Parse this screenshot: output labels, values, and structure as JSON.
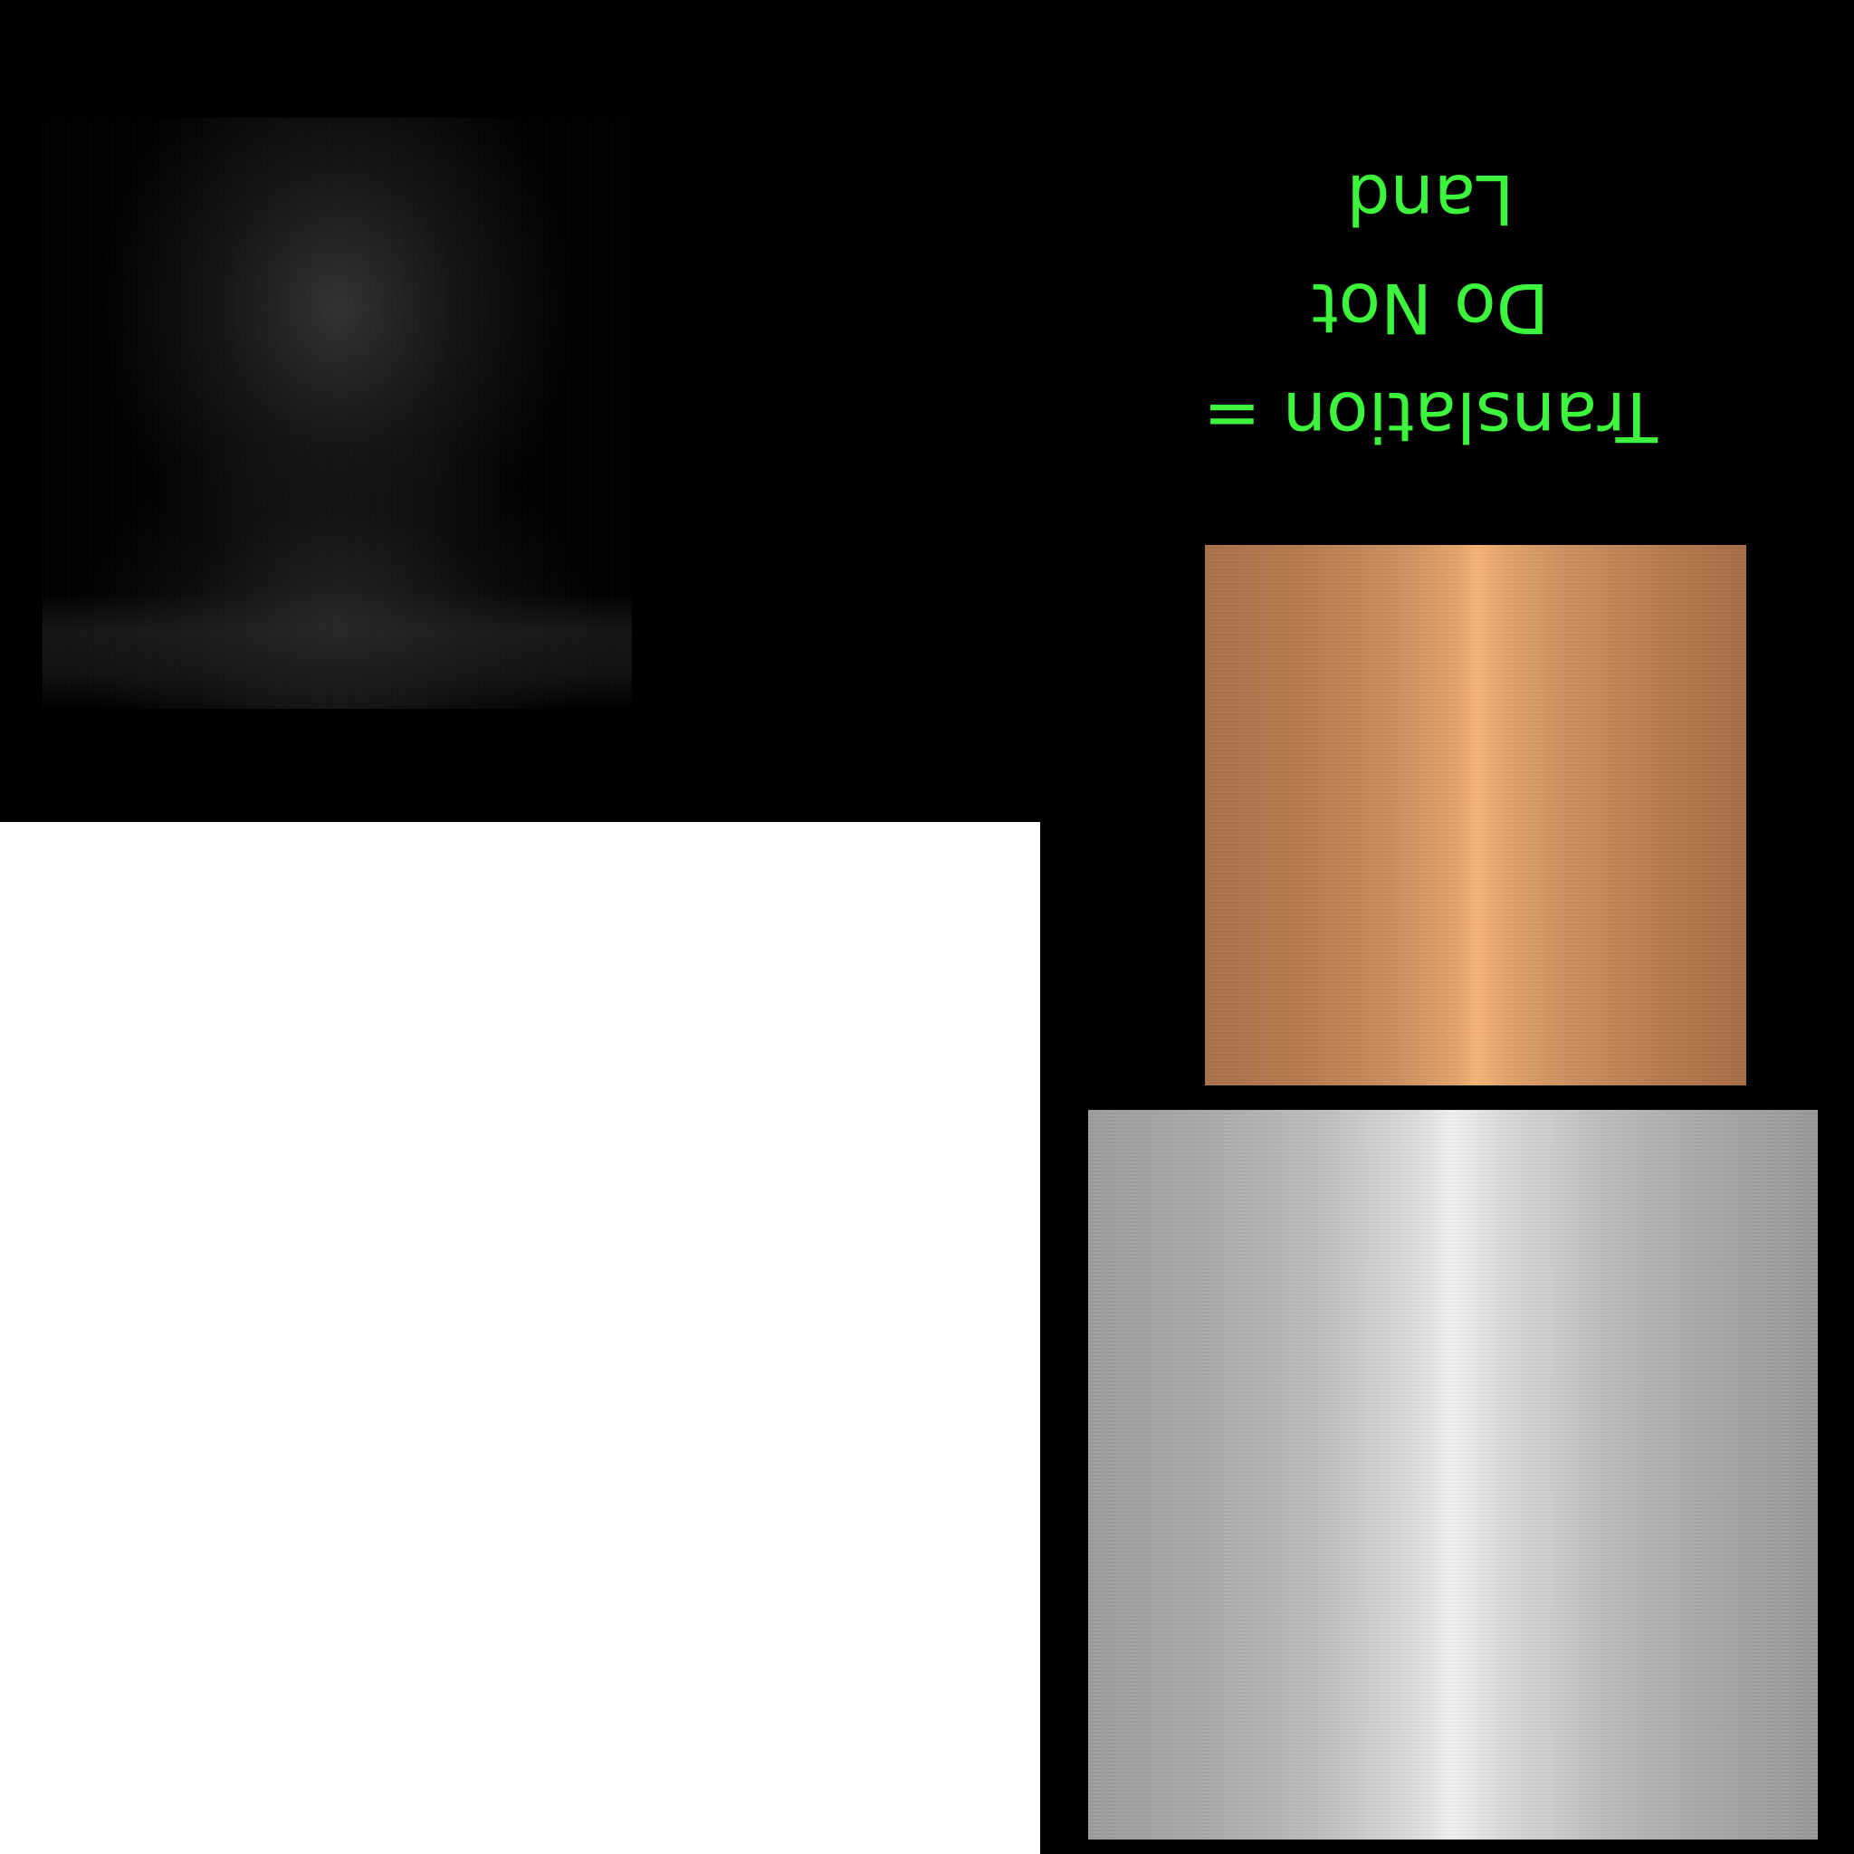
{
  "caption": {
    "lines": [
      "Translation =",
      "Do Not",
      "Land"
    ]
  },
  "colors": {
    "background": "#000000",
    "caption_text": "#3cf53c",
    "white_panel": "#ffffff",
    "copper_highlight": "#f5b474",
    "copper_base": "#b57a4f",
    "steel_highlight": "#f0f0f0",
    "steel_base": "#a8a8a8"
  },
  "swatches": [
    {
      "name": "spotlight-backdrop"
    },
    {
      "name": "white-panel"
    },
    {
      "name": "brushed-copper"
    },
    {
      "name": "brushed-steel"
    }
  ]
}
